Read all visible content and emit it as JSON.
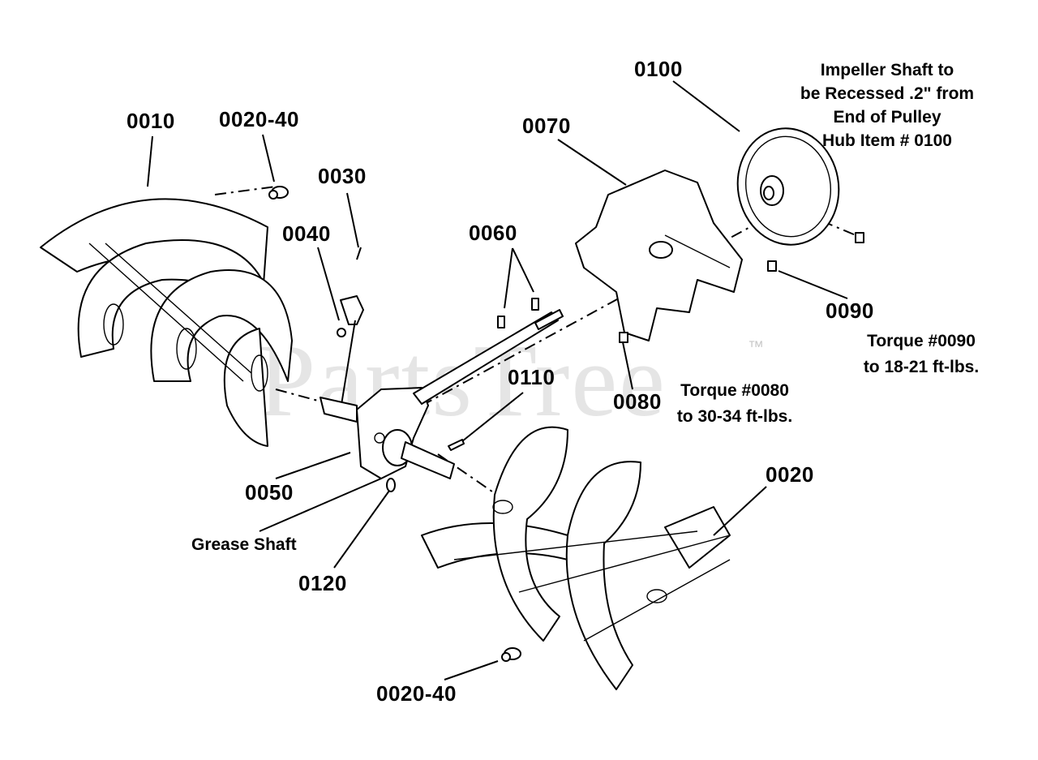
{
  "watermark": {
    "text": "PartsTree",
    "trademark": "™"
  },
  "labels": {
    "p0010": "0010",
    "p0020_40_top": "0020-40",
    "p0030": "0030",
    "p0040": "0040",
    "p0050": "0050",
    "p0060": "0060",
    "p0070": "0070",
    "p0080": "0080",
    "p0090": "0090",
    "p0100": "0100",
    "p0110": "0110",
    "p0120": "0120",
    "p0020": "0020",
    "p0020_40_bottom": "0020-40",
    "grease_shaft": "Grease Shaft"
  },
  "notes": {
    "impeller": [
      "Impeller Shaft to",
      "be Recessed .2\" from",
      "End of Pulley",
      "Hub Item # 0100"
    ],
    "torque_0090": [
      "Torque #0090",
      "to 18-21 ft-lbs."
    ],
    "torque_0080": [
      "Torque #0080",
      "to 30-34 ft-lbs."
    ]
  }
}
